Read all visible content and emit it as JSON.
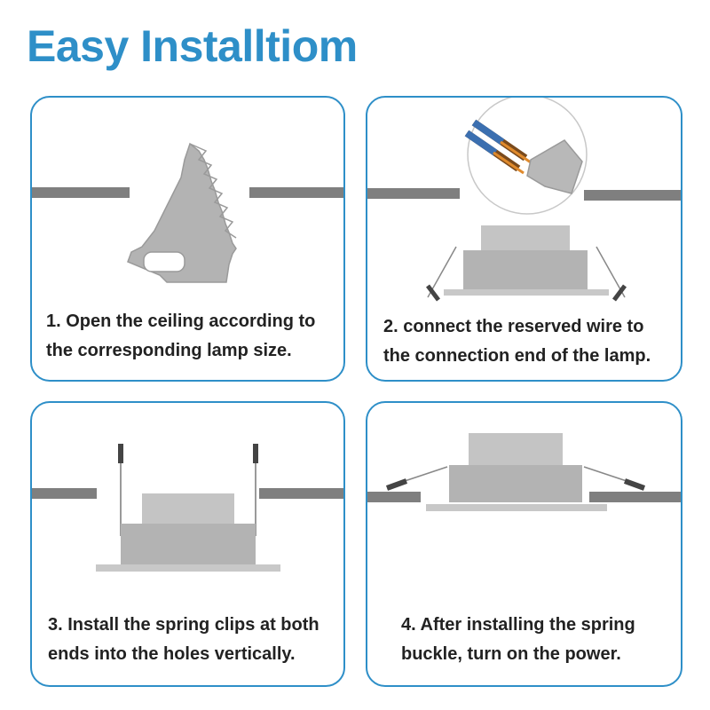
{
  "title": "Easy Installtiom",
  "colors": {
    "accent": "#2e8fc8",
    "ceiling": "#7f7f7f",
    "lamp_body": "#b3b3b3",
    "lamp_top": "#c4c4c4"
  },
  "steps": [
    {
      "line1": "1. Open the ceiling according to",
      "line2": "the corresponding lamp size.",
      "icon": "saw-icon"
    },
    {
      "line1": "2. connect the reserved wire to",
      "line2": "the connection end of the lamp.",
      "icon": "wire-connector-icon"
    },
    {
      "line1": "3. Install the spring clips at both",
      "line2": "ends into the holes vertically.",
      "icon": "spring-clips-vertical-icon"
    },
    {
      "line1": "4. After installing the spring",
      "line2": "buckle, turn on the power.",
      "icon": "lamp-installed-icon"
    }
  ]
}
